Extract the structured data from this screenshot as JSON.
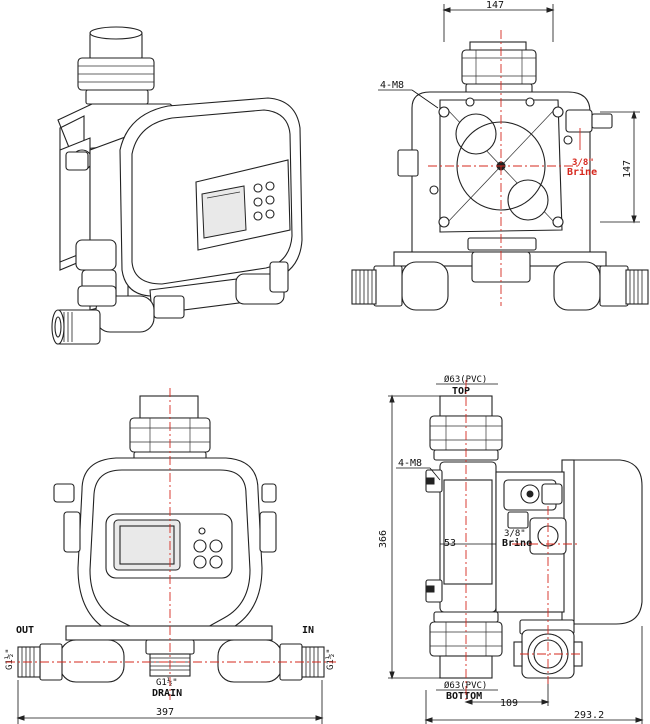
{
  "views": {
    "top_right": {
      "dim_width": "147",
      "dim_height": "147",
      "bolt_label": "4-M8",
      "brine_size": "3/8\"",
      "brine_label": "Brine"
    },
    "bottom_left": {
      "dim_width": "397",
      "out_label": "OUT",
      "in_label": "IN",
      "out_thread": "G1½\"",
      "in_thread": "G1½\"",
      "drain_thread": "G1½\"",
      "drain_label": "DRAIN"
    },
    "bottom_right": {
      "top_pipe": "Ø63(PVC)",
      "top_label": "TOP",
      "bottom_pipe": "Ø63(PVC)",
      "bottom_label": "BOTTOM",
      "bolt_label": "4-M8",
      "dim_height": "366",
      "dim_depth": "293.2",
      "dim_offset": "109",
      "dim_inner": "53",
      "brine_size": "3/8\"",
      "brine_label": "Brine"
    }
  },
  "colors": {
    "line": "#222222",
    "centerline": "#d6281e",
    "background": "#ffffff"
  }
}
